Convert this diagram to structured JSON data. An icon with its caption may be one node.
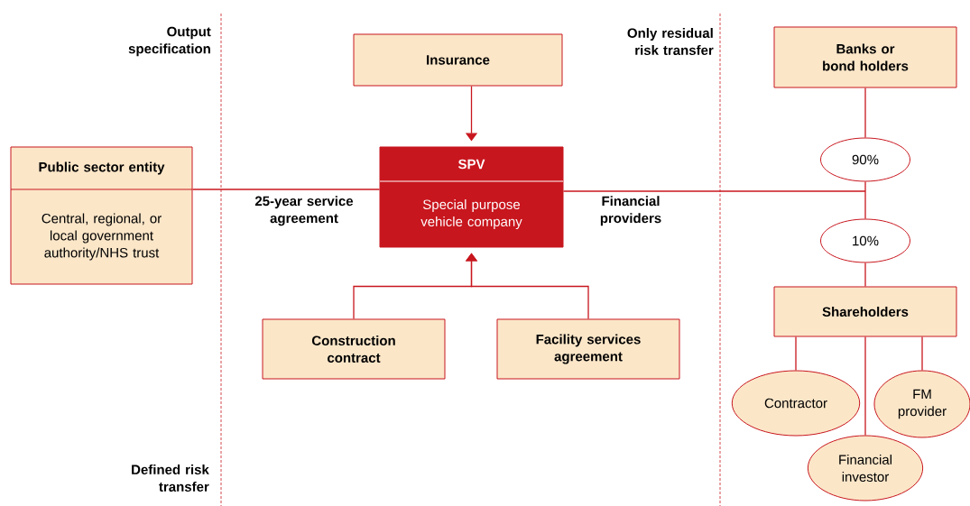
{
  "diagram": {
    "nodes": [
      {
        "text": [
          "Public sector entity",
          "Central, regional, or local government authority/NHS trust"
        ]
      },
      {
        "text": [
          "Insurance"
        ]
      },
      {
        "text": [
          "SPV",
          "Special purpose vehicle company"
        ]
      },
      {
        "text": [
          "Banks or bond holders"
        ]
      },
      {
        "text": [
          "90%"
        ]
      },
      {
        "text": [
          "10%"
        ]
      },
      {
        "text": [
          "Shareholders"
        ]
      },
      {
        "text": [
          "Construction contract"
        ]
      },
      {
        "text": [
          "Facility services agreement"
        ]
      },
      {
        "text": [
          "Contractor"
        ]
      },
      {
        "text": [
          "FM provider"
        ]
      },
      {
        "text": [
          "Financial investor"
        ]
      }
    ],
    "edges": [
      {
        "from": 0,
        "to": 2,
        "arrow": "none",
        "label": "25-year service agreement"
      },
      {
        "from": 2,
        "to": 4,
        "arrow": "none",
        "label": "Financial providers"
      },
      {
        "from": 1,
        "to": 2,
        "arrow": "to"
      },
      {
        "from": 7,
        "to": 2,
        "arrow": "to"
      },
      {
        "from": 8,
        "to": 2,
        "arrow": "to"
      },
      {
        "from": 3,
        "to": 4,
        "arrow": "none"
      },
      {
        "from": 4,
        "to": 5,
        "arrow": "none"
      },
      {
        "from": 5,
        "to": 6,
        "arrow": "none"
      },
      {
        "from": 6,
        "to": 9,
        "arrow": "none"
      },
      {
        "from": 6,
        "to": 11,
        "arrow": "none"
      },
      {
        "from": 6,
        "to": 10,
        "arrow": "none"
      }
    ],
    "labels": [
      "Output specification",
      "Only residual risk transfer",
      "Defined risk transfer"
    ]
  }
}
